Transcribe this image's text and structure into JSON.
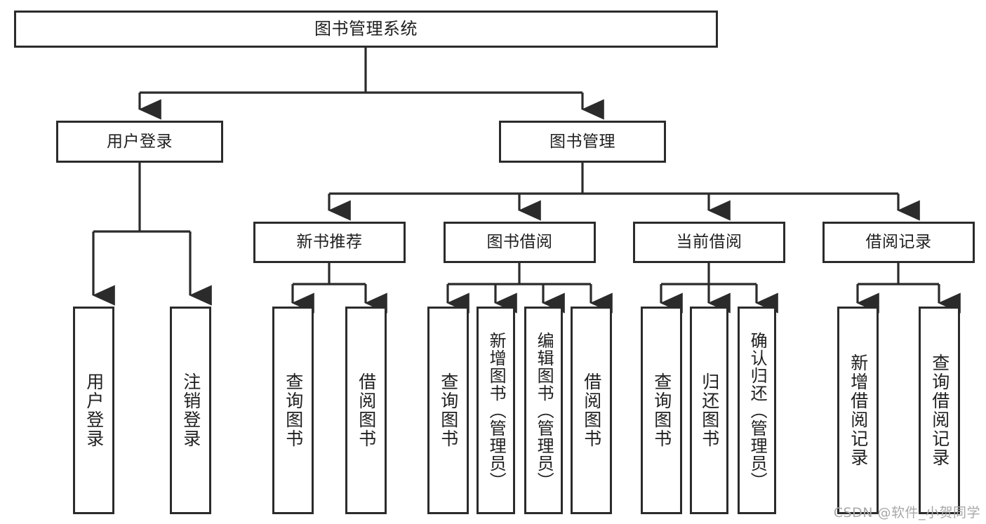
{
  "diagram": {
    "title": "图书管理系统",
    "type": "tree-hierarchy",
    "watermark": "CSDN @软件_小贺同学",
    "colors": {
      "stroke": "#2b2b2b",
      "background": "#ffffff",
      "text": "#1f1f1f",
      "watermark": "#a8a8a8"
    },
    "nodes": {
      "root": "图书管理系统",
      "level2": {
        "user_login": "用户登录",
        "book_manage": "图书管理"
      },
      "level3": {
        "new_book_rec": "新书推荐",
        "book_borrow": "图书借阅",
        "current_borrow": "当前借阅",
        "borrow_record": "借阅记录"
      },
      "leaves": {
        "user_login_1": "用户登录",
        "user_login_2": "注销登录",
        "new_book_rec_1": "查询图书",
        "new_book_rec_2": "借阅图书",
        "book_borrow_1": "查询图书",
        "book_borrow_2": "新增图书（管理员）",
        "book_borrow_3": "编辑图书（管理员）",
        "book_borrow_4": "借阅图书",
        "current_borrow_1": "查询图书",
        "current_borrow_2": "归还图书",
        "current_borrow_3": "确认归还（管理员）",
        "borrow_record_1": "新增借阅记录",
        "borrow_record_2": "查询借阅记录"
      }
    }
  }
}
